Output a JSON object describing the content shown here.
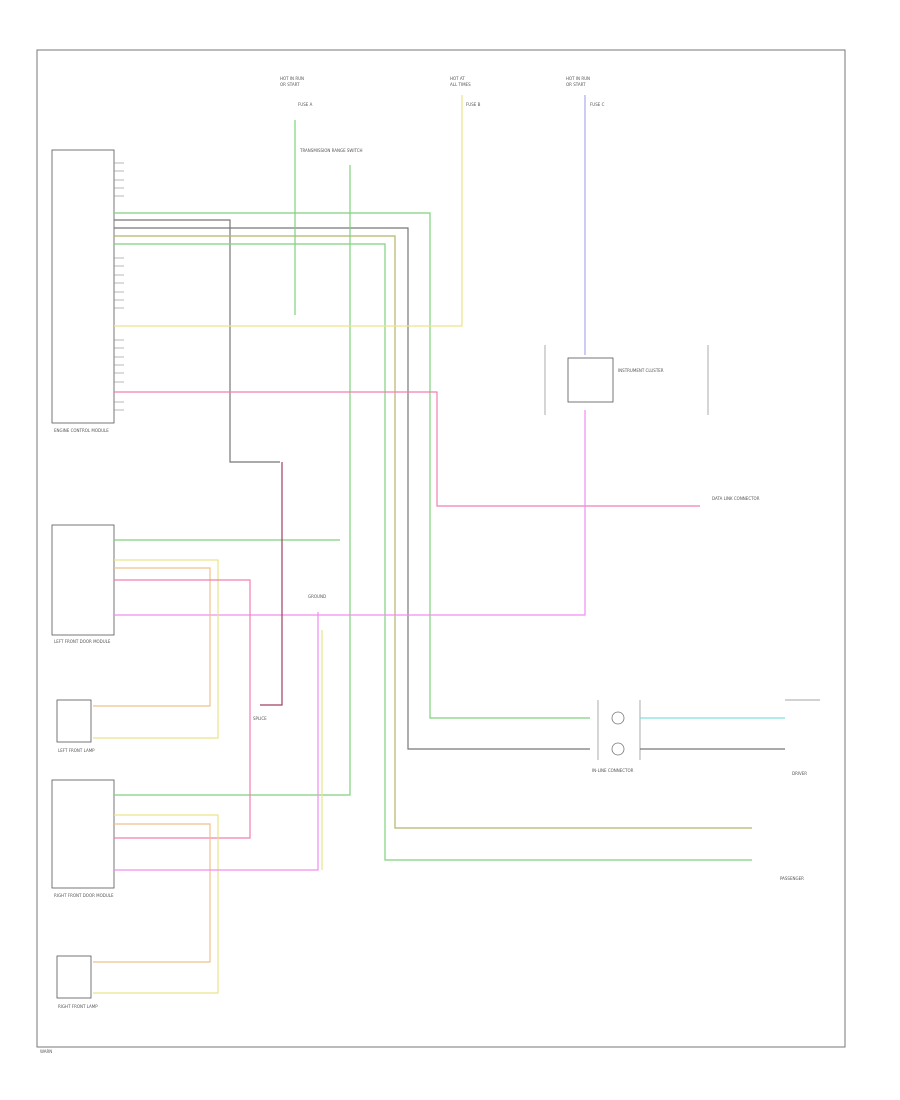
{
  "colors": {
    "green": "#7fd17f",
    "yellow": "#e9e48a",
    "pink": "#f07fb0",
    "magenta": "#f08ef0",
    "cyan": "#7fe0e0",
    "blue": "#a9a9ee",
    "olive": "#b5b56a",
    "orange": "#f0c08a",
    "maroon": "#a04060",
    "gray": "#777777"
  },
  "labels": {
    "hot_run_start_1": "HOT IN RUN",
    "hot_run_start_2": "OR START",
    "hot_at_all_times": "HOT AT",
    "hot_at_all_times_2": "ALL TIMES",
    "fuse_a": "FUSE A",
    "fuse_b": "FUSE B",
    "fuse_c": "FUSE C",
    "ecm_title": "ENGINE CONTROL MODULE",
    "left_sensor_box": "LEFT FRONT DOOR MODULE",
    "right_sensor_box": "RIGHT FRONT DOOR MODULE",
    "left_lamp": "LEFT FRONT LAMP",
    "right_lamp": "RIGHT FRONT LAMP",
    "connector_right": "IN-LINE CONNECTOR",
    "splice_left": "SPLICE",
    "ground": "GROUND",
    "instrument_cluster": "INSTRUMENT CLUSTER",
    "transmission": "TRANSMISSION RANGE SWITCH",
    "data_link": "DATA LINK CONNECTOR",
    "passenger": "PASSENGER",
    "driver": "DRIVER",
    "footer": "WARN"
  }
}
